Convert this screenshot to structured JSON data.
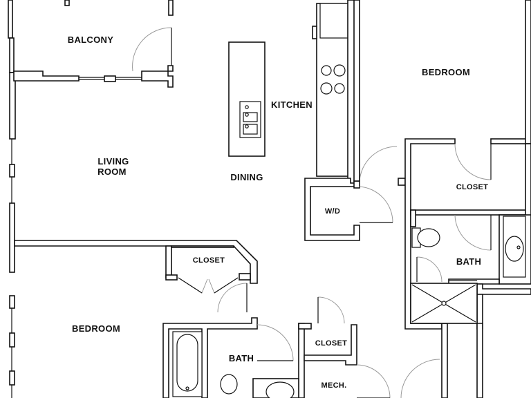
{
  "floorplan": {
    "rooms": {
      "balcony": "BALCONY",
      "living_room_line1": "LIVING",
      "living_room_line2": "ROOM",
      "dining": "DINING",
      "kitchen": "KITCHEN",
      "bedroom_top": "BEDROOM",
      "closet_top_right": "CLOSET",
      "wd": "W/D",
      "bath_right": "BATH",
      "closet_mid": "CLOSET",
      "bedroom_bottom": "BEDROOM",
      "bath_bottom": "BATH",
      "closet_small": "CLOSET",
      "mech": "MECH."
    },
    "colors": {
      "wall": "#111111",
      "background": "#ffffff",
      "door_swing": "#999999"
    }
  }
}
